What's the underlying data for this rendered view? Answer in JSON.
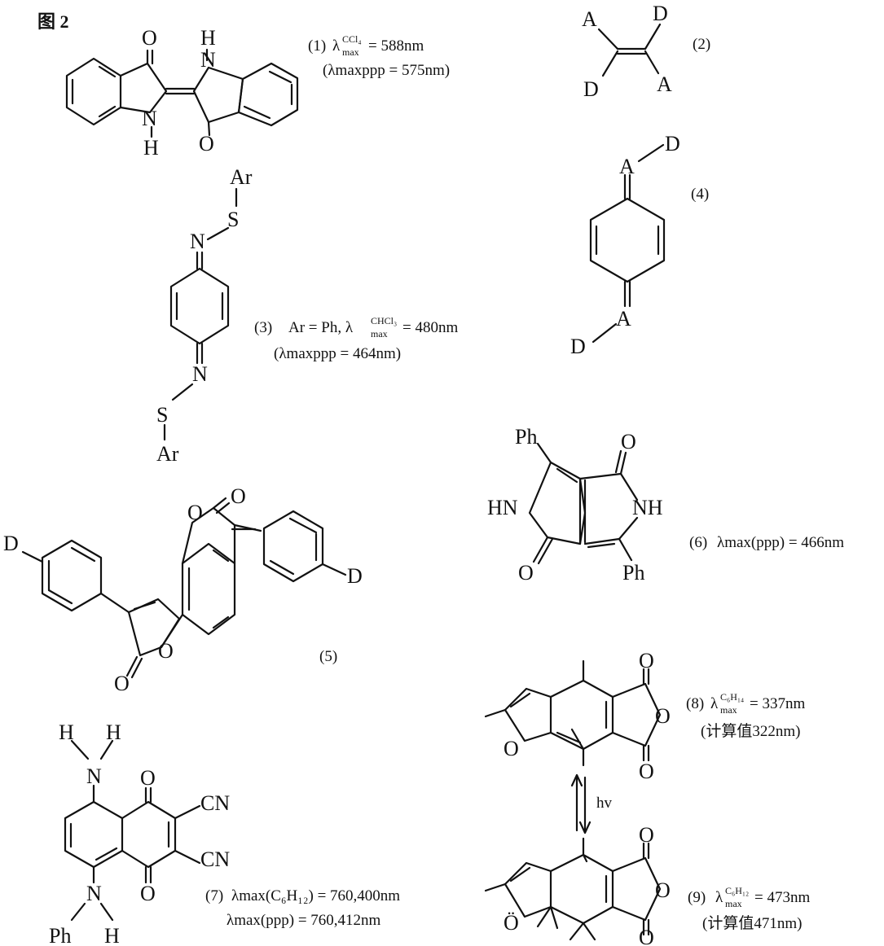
{
  "figure": {
    "title": "图 2"
  },
  "s1": {
    "atoms": {
      "o1": "O",
      "o2": "O",
      "n1": "N",
      "n2": "N",
      "h1": "H",
      "h2": "H"
    },
    "label": "(1)",
    "lambda": "λ",
    "sup": "CCl₄",
    "sub": "max",
    "value": " = 588nm",
    "ppp": "(λmaxppp = 575nm)"
  },
  "s2": {
    "atoms": {
      "a1": "A",
      "d1": "D",
      "d2": "D",
      "a2": "A"
    },
    "label": "(2)"
  },
  "s3": {
    "atoms": {
      "ar1": "Ar",
      "s1": "S",
      "n1": "N",
      "n2": "N",
      "s2": "S",
      "ar2": "Ar"
    },
    "label": "(3)",
    "text_pre": "Ar = Ph, λ",
    "sup": "CHCl₃",
    "sub": "max",
    "value": " = 480nm",
    "ppp": "(λmaxppp = 464nm)"
  },
  "s4": {
    "atoms": {
      "a1": "A",
      "d1": "D",
      "a2": "A",
      "d2": "D"
    },
    "label": "(4)"
  },
  "s5": {
    "atoms": {
      "d1": "D",
      "d2": "D",
      "o1": "O",
      "o2": "O",
      "o3": "O",
      "o4": "O"
    },
    "label": "(5)"
  },
  "s6": {
    "atoms": {
      "ph1": "Ph",
      "o1": "O",
      "hn": "HN",
      "nh": "NH",
      "o2": "O",
      "ph2": "Ph"
    },
    "label": "(6)",
    "text": "λmax(ppp) = 466nm"
  },
  "s7": {
    "atoms": {
      "h1": "H",
      "h2": "H",
      "n1": "N",
      "o1": "O",
      "cn1": "CN",
      "cn2": "CN",
      "o2": "O",
      "n2": "N",
      "ph": "Ph",
      "h3": "H"
    },
    "label": "(7)",
    "line1": "λmax(C₆H₁₂) = 760,400nm",
    "line2": "λmax(ppp) = 760,412nm"
  },
  "s8": {
    "atoms": {
      "o_furan": "O",
      "o_a": "O",
      "o_b": "O",
      "o_c": "O"
    },
    "label": "(8)",
    "lambda": "λ",
    "sup": "C₆H₁₄",
    "sub": "max",
    "value": " = 337nm",
    "calc": "(计算值322nm)"
  },
  "arrow": {
    "label": "hv"
  },
  "s9": {
    "atoms": {
      "o_furan": "Ö",
      "o_a": "O",
      "o_b": "O",
      "o_c": "O"
    },
    "label": "(9)",
    "lambda": "λ",
    "sup": "C₆H₁₂",
    "sub": "max",
    "value": " = 473nm",
    "calc": "(计算值471nm)"
  }
}
